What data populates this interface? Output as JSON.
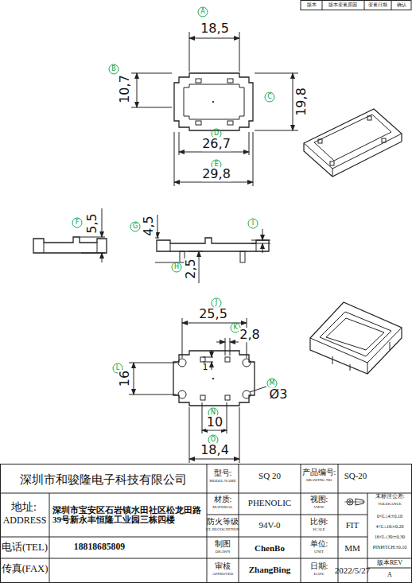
{
  "diagram": {
    "labels": [
      "版本",
      "版本变更原因",
      "变更日期",
      "确认",
      "A",
      "18,5",
      "B",
      "10,7",
      "C",
      "19,8",
      "D",
      "26,7",
      "E",
      "29,8",
      "F",
      "5,5",
      "G",
      "4,5",
      "H",
      "2,5",
      "I",
      "J",
      "25,5",
      "K",
      "2,8",
      "1",
      "L",
      "16",
      "M",
      "Ø3",
      "N",
      "10",
      "O",
      "18,4",
      "深圳市和骏隆电子科技有限公司",
      "地址:",
      "ADDRESS",
      "深圳市宝安区石岩镇水田社区松龙田路39号新永丰恒隆工业园三栋四楼",
      "电话(TEL)",
      "18818685809",
      "传真(FAX)",
      "型号:",
      "MODEL NAME",
      "SQ 20",
      "产品编号:",
      "DRAWING NO",
      "SQ-20",
      "材质:",
      "MATERIAL",
      "PHENOLIC",
      "视图:",
      "VIEW",
      "未标注公差:",
      "TOLERANCE",
      "0<L≤4:±0.10",
      "4<L≤16:±0.20",
      "16<L≤30:±0.30",
      "PINPITCH:±0.10",
      "防火等级",
      "UL RECOGNITION",
      "94V-0",
      "比例:",
      "SCALE",
      "FIT",
      "制图",
      "DRAWN",
      "ChenBo",
      "单位:",
      "UNIT",
      "MM",
      "审核",
      "APPROVED",
      "ZhangBing",
      "日期:",
      "DATE",
      "2022/5/27",
      "版本REV",
      "A"
    ]
  }
}
